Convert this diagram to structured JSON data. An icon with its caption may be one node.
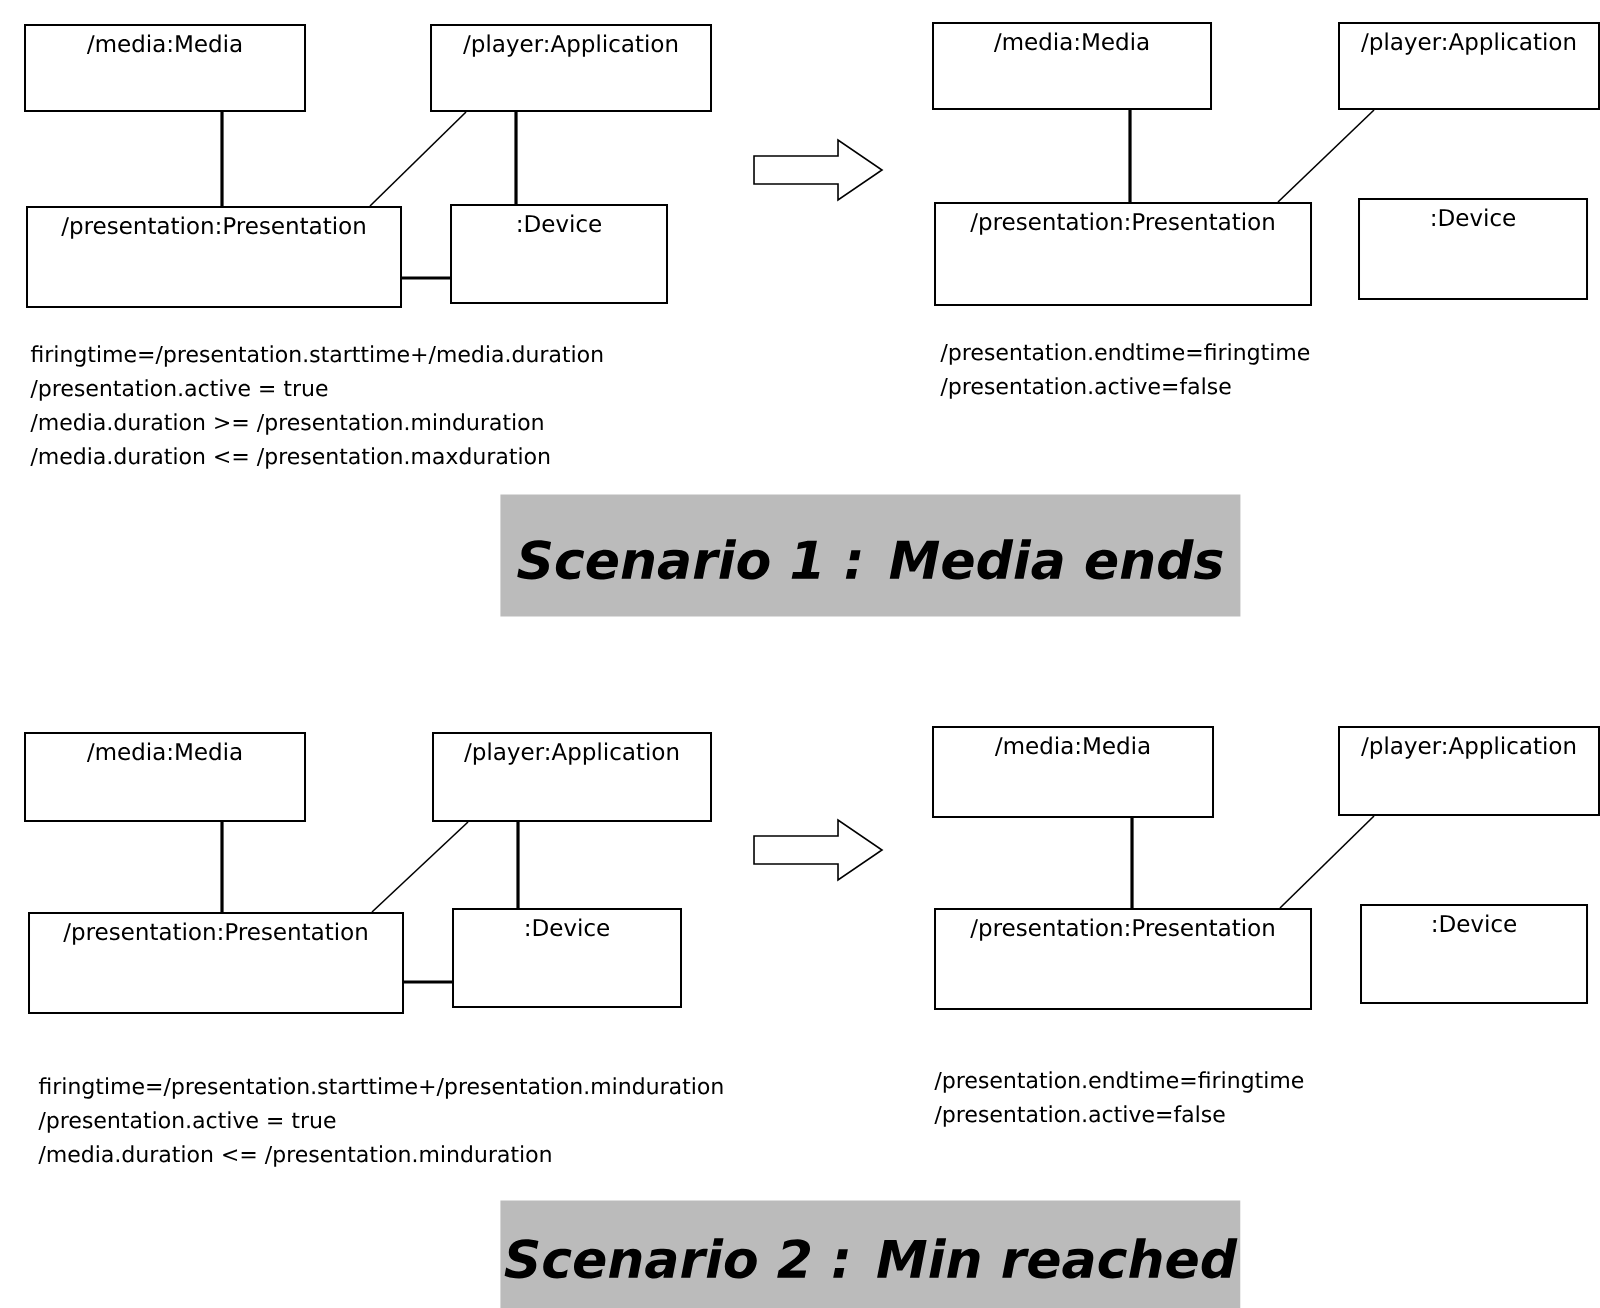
{
  "diagram": {
    "nodes": [
      {
        "text": [
          "/media:Media"
        ]
      },
      {
        "text": [
          "/player:Application"
        ]
      },
      {
        "text": [
          "/presentation:Presentation"
        ]
      },
      {
        "text": [
          ":Device"
        ]
      },
      {
        "text": [
          "/media:Media"
        ]
      },
      {
        "text": [
          "/player:Application"
        ]
      },
      {
        "text": [
          "/presentation:Presentation"
        ]
      },
      {
        "text": [
          ":Device"
        ]
      },
      {
        "text": [
          "Scenario 1 : Media ends"
        ]
      },
      {
        "text": [
          "/media:Media"
        ]
      },
      {
        "text": [
          "/player:Application"
        ]
      },
      {
        "text": [
          "/presentation:Presentation"
        ]
      },
      {
        "text": [
          ":Device"
        ]
      },
      {
        "text": [
          "/media:Media"
        ]
      },
      {
        "text": [
          "/player:Application"
        ]
      },
      {
        "text": [
          "/presentation:Presentation"
        ]
      },
      {
        "text": [
          ":Device"
        ]
      },
      {
        "text": [
          "Scenario 2 : Min reached"
        ]
      }
    ],
    "edges": [
      {
        "from": 0,
        "to": 2,
        "arrow": "none"
      },
      {
        "from": 1,
        "to": 2,
        "arrow": "none"
      },
      {
        "from": 1,
        "to": 3,
        "arrow": "none"
      },
      {
        "from": 2,
        "to": 3,
        "arrow": "none"
      },
      {
        "from": 4,
        "to": 6,
        "arrow": "none"
      },
      {
        "from": 5,
        "to": 6,
        "arrow": "none"
      },
      {
        "from": 9,
        "to": 11,
        "arrow": "none"
      },
      {
        "from": 10,
        "to": 11,
        "arrow": "none"
      },
      {
        "from": 10,
        "to": 12,
        "arrow": "none"
      },
      {
        "from": 11,
        "to": 12,
        "arrow": "none"
      },
      {
        "from": 13,
        "to": 15,
        "arrow": "none"
      },
      {
        "from": 14,
        "to": 15,
        "arrow": "none"
      }
    ],
    "labels": [
      "firingtime=/presentation.starttime+/media.duration",
      "/presentation.active = true",
      "/media.duration >= /presentation.minduration",
      "/media.duration <= /presentation.maxduration",
      "/presentation.endtime=firingtime",
      "/presentation.active=false",
      "firingtime=/presentation.starttime+/presentation.minduration",
      "/presentation.active = true",
      "/media.duration <= /presentation.minduration",
      "/presentation.endtime=firingtime",
      "/presentation.active=false"
    ]
  }
}
